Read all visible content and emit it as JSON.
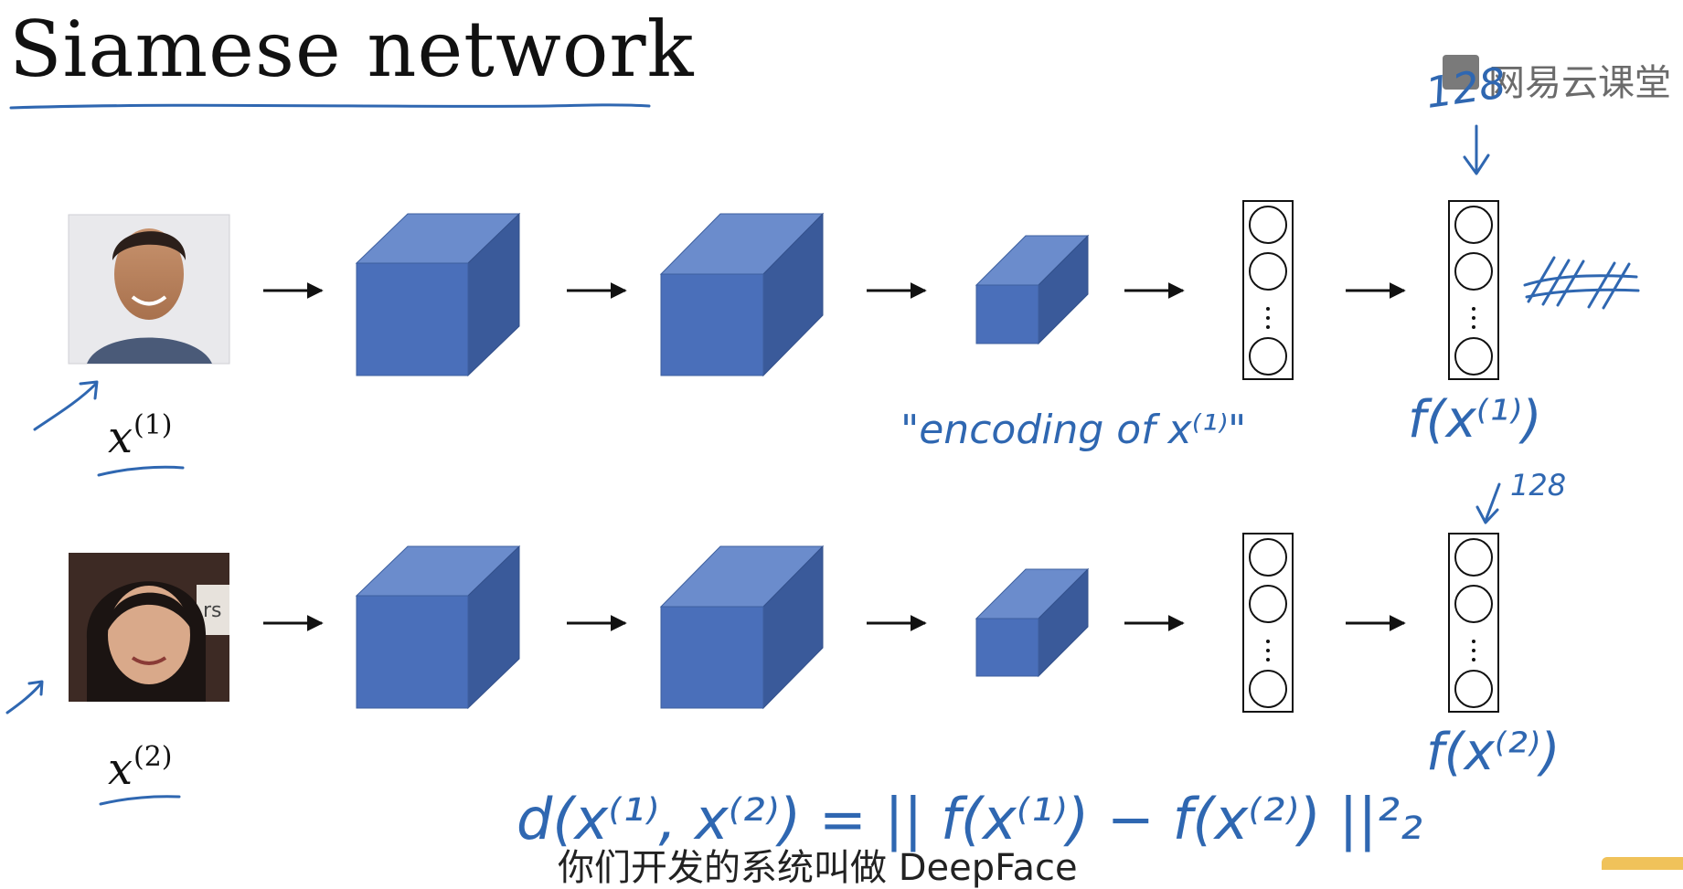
{
  "title": "Siamese network",
  "watermark": "网易云课堂",
  "inputs": [
    {
      "label": "x",
      "sup": "(1)",
      "photo": "photo-man"
    },
    {
      "label": "x",
      "sup": "(2)",
      "photo": "photo-woman"
    }
  ],
  "annotations": {
    "encoding_note": "\"encoding of x⁽¹⁾\"",
    "dim_top": "128",
    "dim_bottom": "128",
    "f1": "f(x⁽¹⁾)",
    "f2": "f(x⁽²⁾)",
    "distance_formula": "d(x⁽¹⁾, x⁽²⁾) = || f(x⁽¹⁾) − f(x⁽²⁾) ||²₂"
  },
  "subtitle": "你们开发的系统叫做 DeepFace",
  "colors": {
    "cube_front": "#4a6fba",
    "cube_top": "#6b8ccc",
    "cube_side": "#3a5a9a",
    "ink": "#2f67b1"
  }
}
